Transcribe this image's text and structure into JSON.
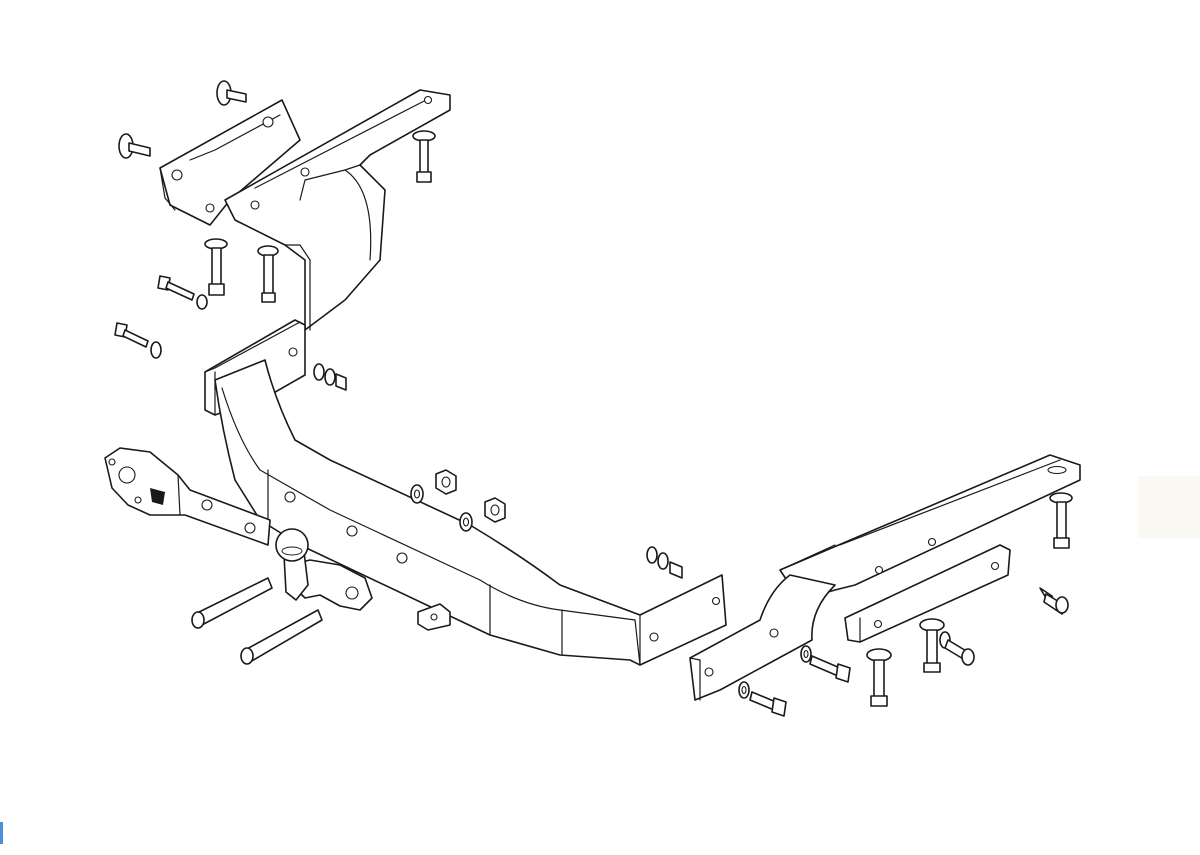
{
  "diagram": {
    "parts": [
      "left-upper-bracket",
      "crossbar",
      "right-bracket",
      "tow-ball-assembly",
      "electrical-socket-plate",
      "bolts",
      "nuts",
      "washers"
    ]
  },
  "colors": {
    "line": "#1a1a1a",
    "background": "#ffffff",
    "edge_patch": "#fbf9f4",
    "edge_mark": "#4a90d9"
  }
}
